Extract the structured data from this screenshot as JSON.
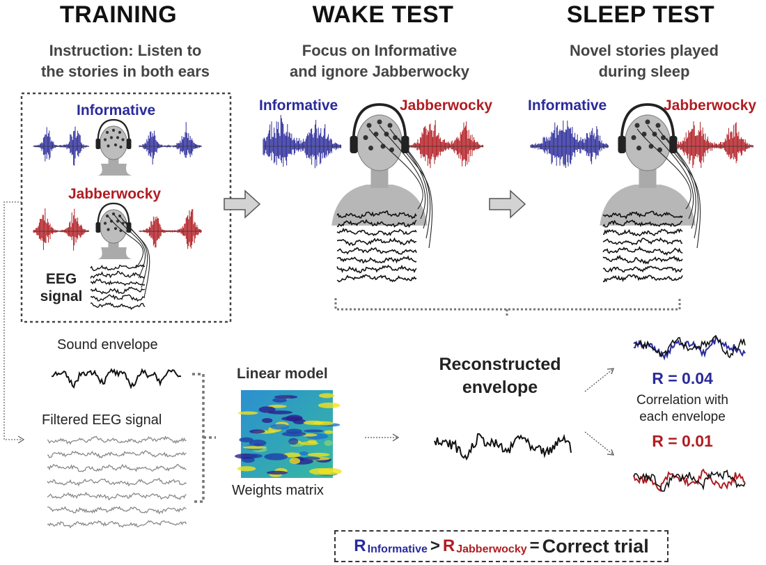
{
  "headers": {
    "training": "TRAINING",
    "wake": "WAKE TEST",
    "sleep": "SLEEP TEST"
  },
  "subheaders": {
    "training": [
      "Instruction: Listen to",
      "the stories in both ears"
    ],
    "wake": [
      "Focus on Informative",
      "and ignore Jabberwocky"
    ],
    "sleep": [
      "Novel stories played",
      "during sleep"
    ]
  },
  "labels": {
    "informative": "Informative",
    "jabberwocky": "Jabberwocky",
    "eeg_signal": [
      "EEG",
      "signal"
    ],
    "sound_envelope": "Sound envelope",
    "filtered_eeg": "Filtered EEG signal",
    "linear_model": "Linear model",
    "weights_matrix": "Weights matrix",
    "reconstructed_envelope": [
      "Reconstructed",
      "envelope"
    ],
    "correlation": [
      "Correlation with",
      "each envelope"
    ],
    "r_informative": "R = 0.04",
    "r_jabberwocky": "R = 0.01"
  },
  "formula": {
    "r1": "R",
    "s1": "Informative",
    "gt": ">",
    "r2": "R",
    "s2": "Jabberwocky",
    "eq": "=",
    "result": "Correct trial"
  },
  "colors": {
    "informative": "#2a2a9a",
    "jabberwocky": "#b11c22",
    "text": "#222222"
  },
  "icons": [
    "head-with-headphones-icon",
    "right-arrow-icon",
    "waveform-icon",
    "eeg-traces-icon",
    "heatmap-icon"
  ]
}
